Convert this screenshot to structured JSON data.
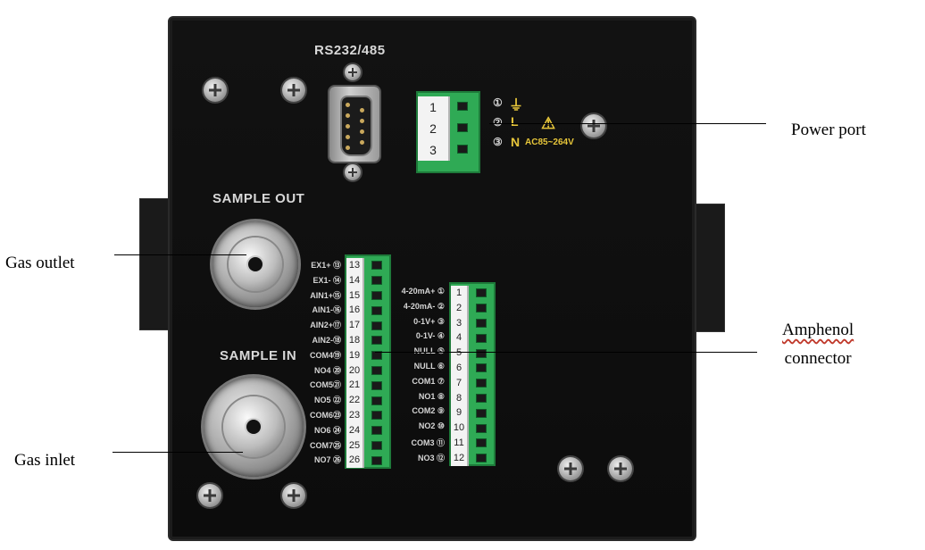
{
  "callouts": {
    "power_port": "Power port",
    "gas_outlet": "Gas outlet",
    "amphenol_line1": "Amphenol",
    "amphenol_line2": "connector",
    "gas_inlet": "Gas inlet"
  },
  "panel": {
    "rs_label": "RS232/485",
    "sample_out": "SAMPLE OUT",
    "sample_in": "SAMPLE IN"
  },
  "power_terminal": {
    "numbers": [
      "1",
      "2",
      "3"
    ],
    "markers": [
      "①",
      "②",
      "③"
    ],
    "symbols": [
      "⏚",
      "L",
      "N"
    ],
    "voltage": "AC85~264V",
    "warning_symbol": "⚠"
  },
  "left_terminal": {
    "numbers": [
      "13",
      "14",
      "15",
      "16",
      "17",
      "18",
      "19",
      "20",
      "21",
      "22",
      "23",
      "24",
      "25",
      "26"
    ],
    "labels": [
      "EX1+ ⑬",
      "EX1- ⑭",
      "AIN1+⑮",
      "AIN1-⑯",
      "AIN2+⑰",
      "AIN2-⑱",
      "COM4⑲",
      "NO4 ⑳",
      "COM5㉑",
      "NO5 ㉒",
      "COM6㉓",
      "NO6 ㉔",
      "COM7㉕",
      "NO7 ㉖"
    ]
  },
  "right_terminal": {
    "numbers": [
      "1",
      "2",
      "3",
      "4",
      "5",
      "6",
      "7",
      "8",
      "9",
      "10",
      "11",
      "12"
    ],
    "labels": [
      "4-20mA+ ①",
      "4-20mA- ②",
      "0-1V+ ③",
      "0-1V- ④",
      "NULL ⑤",
      "NULL ⑥",
      "COM1 ⑦",
      "NO1 ⑧",
      "COM2 ⑨",
      "NO2 ⑩",
      "COM3 ⑪",
      "NO3 ⑫"
    ]
  },
  "colors": {
    "terminal_green": "#2faa55",
    "warning_yellow": "#e7c63a",
    "panel_black": "#0e0e0e"
  }
}
